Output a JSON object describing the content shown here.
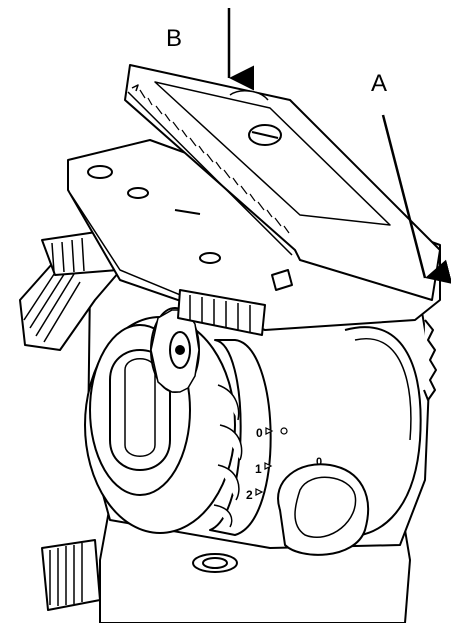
{
  "callouts": {
    "a": "A",
    "b": "B"
  },
  "drum_markings": [
    "0",
    "1",
    "2"
  ],
  "knob_marking": "0",
  "colors": {
    "line": "#000000",
    "fill": "#ffffff",
    "shade": "#e6e6e6"
  }
}
